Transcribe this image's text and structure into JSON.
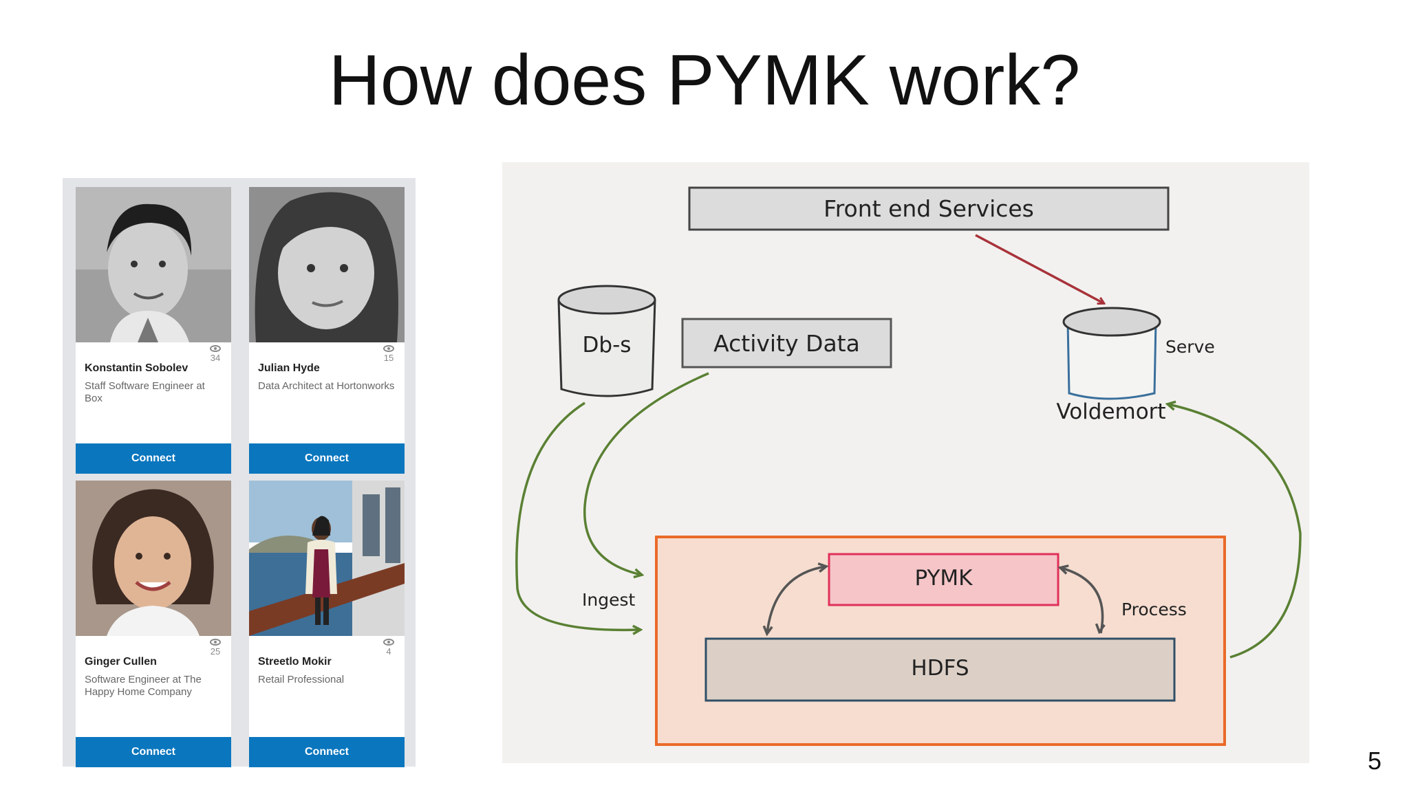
{
  "slide": {
    "title": "How does PYMK work?",
    "page_number": "5"
  },
  "pymk_cards": [
    {
      "name": "Konstantin Sobolev",
      "headline": "Staff Software Engineer at Box",
      "connections": "34",
      "button": "Connect"
    },
    {
      "name": "Julian Hyde",
      "headline": "Data Architect at Hortonworks",
      "connections": "15",
      "button": "Connect"
    },
    {
      "name": "Ginger Cullen",
      "headline": "Software Engineer at The Happy Home Company",
      "connections": "25",
      "button": "Connect"
    },
    {
      "name": "Streetlo Mokir",
      "headline": "Retail Professional",
      "connections": "4",
      "button": "Connect"
    }
  ],
  "diagram": {
    "front_end": "Front end Services",
    "dbs": "Db-s",
    "activity": "Activity Data",
    "serve": "Serve",
    "voldemort": "Voldemort",
    "ingest": "Ingest",
    "pymk": "PYMK",
    "process": "Process",
    "hdfs": "HDFS"
  },
  "colors": {
    "connect_button": "#0a76be",
    "front_end_arrow": "#a8323a",
    "flow_arrows": "#5a8033",
    "process_box_border": "#ea6a28",
    "pymk_fill": "#f5c5c8",
    "pymk_border": "#e0305a"
  }
}
